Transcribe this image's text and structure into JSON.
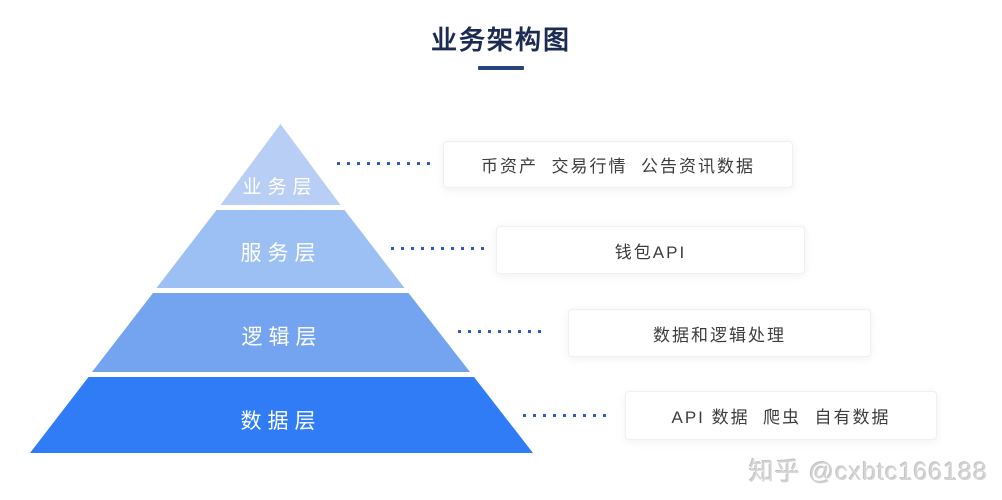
{
  "title": {
    "text": "业务架构图"
  },
  "pyramid": {
    "layers": [
      {
        "name": "业务层",
        "color": "#b8cef5",
        "detail": "币资产  交易行情  公告资讯数据"
      },
      {
        "name": "服务层",
        "color": "#9cc0f3",
        "detail": "钱包API"
      },
      {
        "name": "逻辑层",
        "color": "#74a4ef",
        "detail": "数据和逻辑处理"
      },
      {
        "name": "数据层",
        "color": "#2f7cf6",
        "detail": "API 数据  爬虫  自有数据"
      }
    ]
  },
  "colors": {
    "title_text": "#1c2b52",
    "title_underline": "#26437c",
    "dotted_line": "#2e5cbe",
    "card_text": "#3d3d3d",
    "layer_label_text": "#ffffff"
  },
  "watermark": {
    "text": "知乎 @cxbtc166188"
  }
}
